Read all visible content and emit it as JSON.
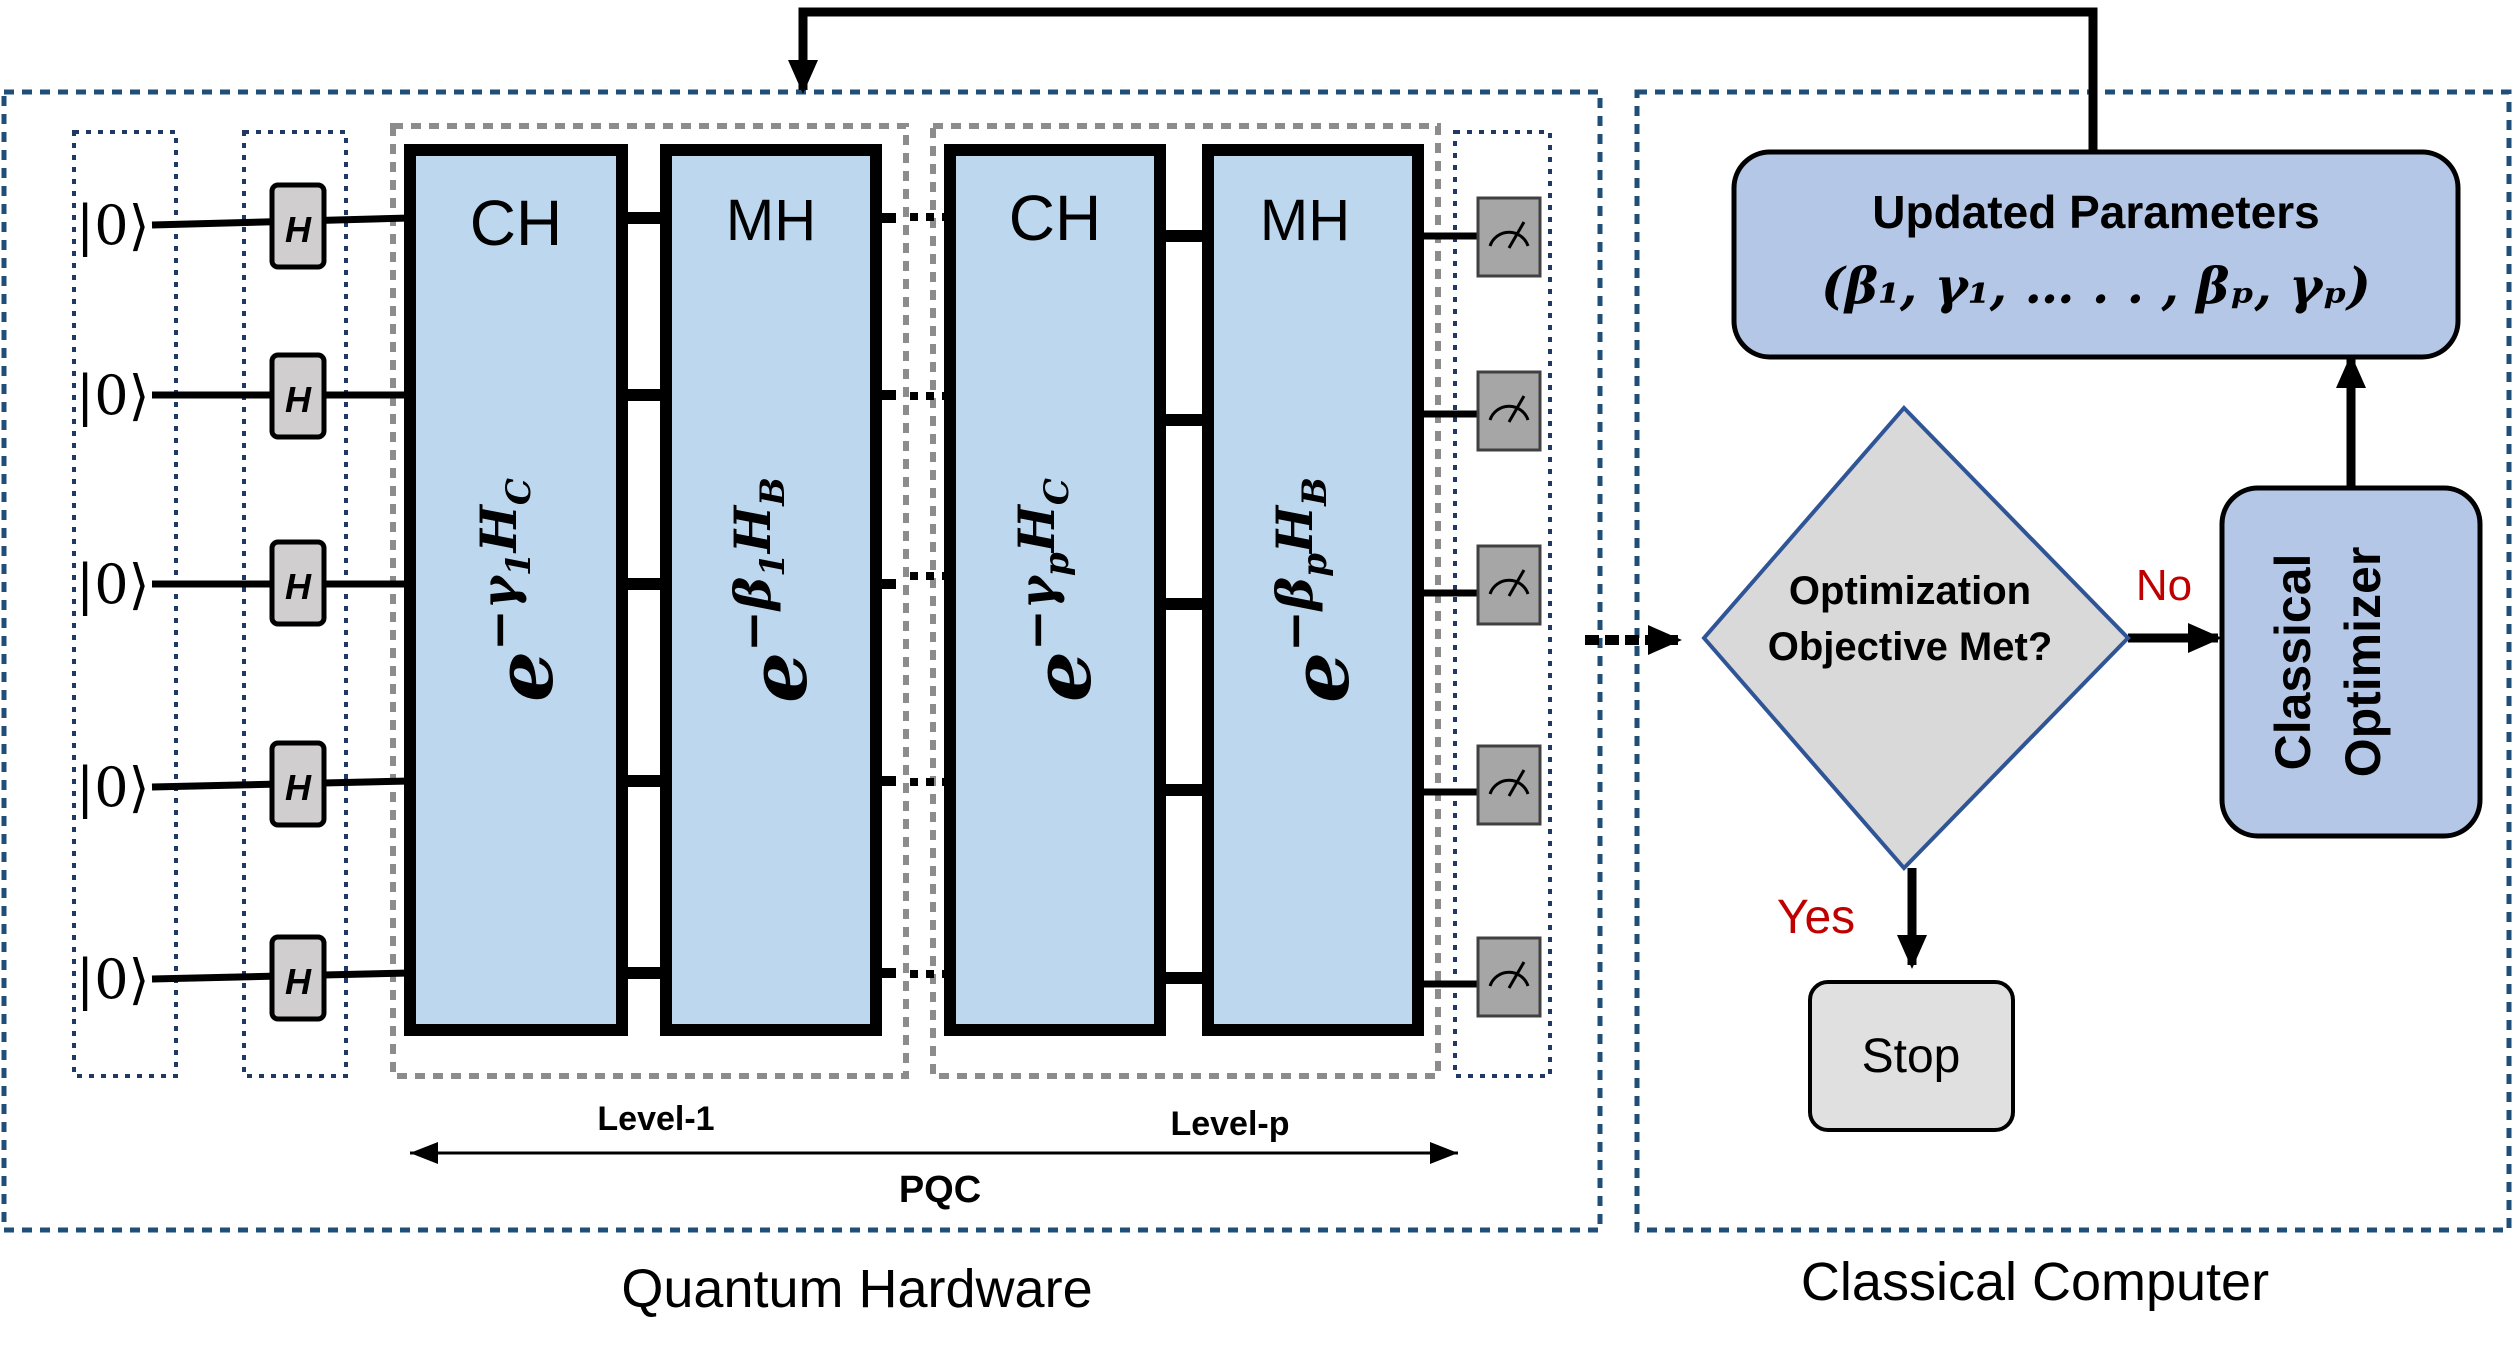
{
  "quantum_hardware": {
    "label": "Quantum Hardware",
    "qubits": [
      {
        "ket": "|0⟩",
        "gate": "H"
      },
      {
        "ket": "|0⟩",
        "gate": "H"
      },
      {
        "ket": "|0⟩",
        "gate": "H"
      },
      {
        "ket": "|0⟩",
        "gate": "H"
      },
      {
        "ket": "|0⟩",
        "gate": "H"
      }
    ],
    "blocks": [
      {
        "header": "CH",
        "base": "e",
        "exp": "−γ",
        "sub": "1",
        "tail": "H",
        "tail_sub": "C"
      },
      {
        "header": "MH",
        "base": "e",
        "exp": "−β",
        "sub": "1",
        "tail": "H",
        "tail_sub": "B"
      },
      {
        "header": "CH",
        "base": "e",
        "exp": "−γ",
        "sub": "p",
        "tail": "H",
        "tail_sub": "C"
      },
      {
        "header": "MH",
        "base": "e",
        "exp": "−β",
        "sub": "p",
        "tail": "H",
        "tail_sub": "B"
      }
    ],
    "level_1_label": "Level-1",
    "level_p_label": "Level-p",
    "pqc_label": "PQC"
  },
  "classical_computer": {
    "label": "Classical Computer",
    "updated_parameters": {
      "title": "Updated Parameters",
      "formula": "(β₁, γ₁, … . . , βₚ, γₚ)"
    },
    "decision": {
      "line1": "Optimization",
      "line2": "Objective Met?"
    },
    "no_label": "No",
    "yes_label": "Yes",
    "optimizer": {
      "line1": "Classical",
      "line2": "Optimizer"
    },
    "stop_label": "Stop"
  },
  "colors": {
    "block_fill": "#bdd7ee",
    "rounded_fill": "#b4c7e7",
    "decision_fill": "#d9d9d9",
    "frame_dash": "#1f4e79",
    "yes_no": "#c00000"
  }
}
